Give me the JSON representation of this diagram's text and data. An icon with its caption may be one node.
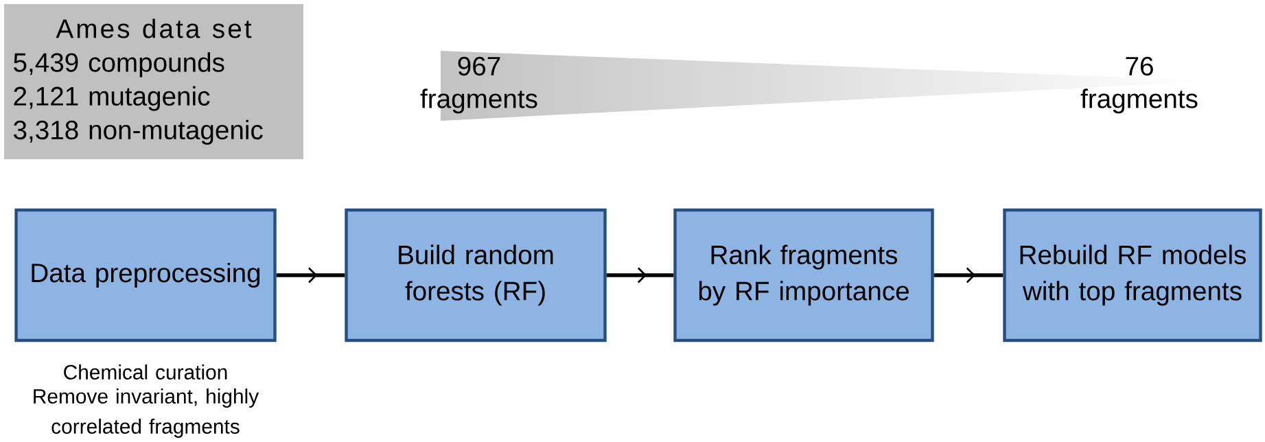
{
  "diagram": {
    "nodes": [
      {
        "text": [
          "Ames data set",
          "5,439 compounds",
          "2,121 mutagenic",
          "3,318 non-mutagenic"
        ]
      },
      {
        "text": [
          "Data preprocessing"
        ],
        "beside": [
          "Chemical curation",
          "Remove invariant, highly correlated  fragments"
        ]
      },
      {
        "text": [
          "Build random forests (RF)"
        ]
      },
      {
        "text": [
          "Rank fragments by RF importance"
        ]
      },
      {
        "text": [
          "Rebuild RF models with top fragments"
        ]
      }
    ],
    "edges": [
      {
        "from": 1,
        "to": 2,
        "arrow": "to"
      },
      {
        "from": 2,
        "to": 3,
        "arrow": "to"
      },
      {
        "from": 3,
        "to": 4,
        "arrow": "to"
      }
    ],
    "labels": [
      "967 fragments",
      "76 fragments"
    ]
  }
}
